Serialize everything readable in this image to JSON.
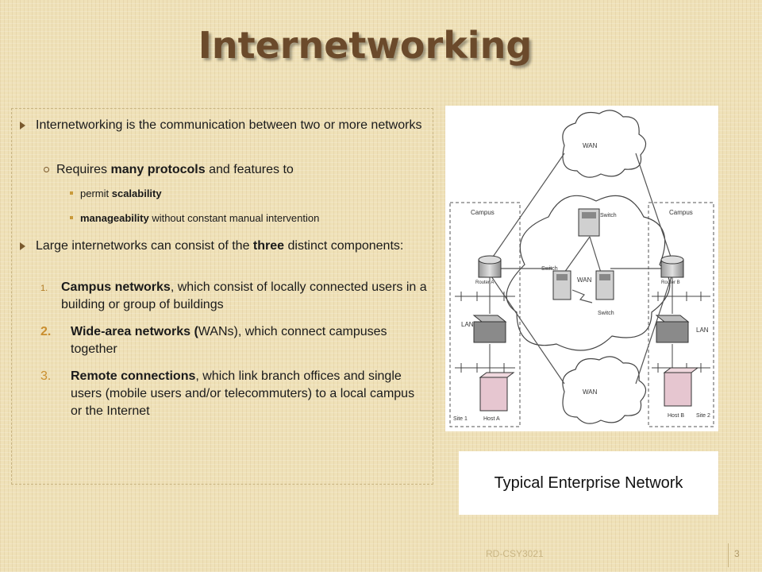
{
  "slide": {
    "title": "Internetworking",
    "footer": "RD-CSY3021",
    "page_number": "3"
  },
  "bullets": {
    "b1": "Internetworking is the communication between two or more networks",
    "b1_sub_pre": "Requires ",
    "b1_sub_bold": "many protocols",
    "b1_sub_post": " and features to",
    "b1_item1_pre": "permit ",
    "b1_item1_bold": "scalability",
    "b1_item2_bold": "manageability",
    "b1_item2_post": " without constant manual intervention",
    "b2_pre": " Large internetworks can consist of the  ",
    "b2_bold": "three",
    "b2_post": " distinct components:",
    "n1_num": "1.",
    "n1_bold": "Campus networks",
    "n1_post": ", which consist of locally connected users in a building or group of buildings",
    "n2_num": "2.",
    "n2_bold": "Wide-area networks (",
    "n2_post": "WANs), which connect campuses together",
    "n3_num": "3.",
    "n3_bold": "Remote connections",
    "n3_post": ", which link branch offices and single users (mobile users and/or telecommuters)  to a local campus or the Internet"
  },
  "diagram": {
    "wan_top": "WAN",
    "wan_mid": "WAN",
    "wan_bottom": "WAN",
    "campus_left": "Campus",
    "campus_right": "Campus",
    "switch_top": "Switch",
    "switch_left": "Switch",
    "switch_right": "Switch",
    "router_a": "Router A",
    "router_b": "Router B",
    "lan_left": "LAN",
    "lan_right": "LAN",
    "site1": "Site 1",
    "host_a": "Host A",
    "host_b": "Host B",
    "site2": "Site 2"
  },
  "caption": "Typical Enterprise Network"
}
